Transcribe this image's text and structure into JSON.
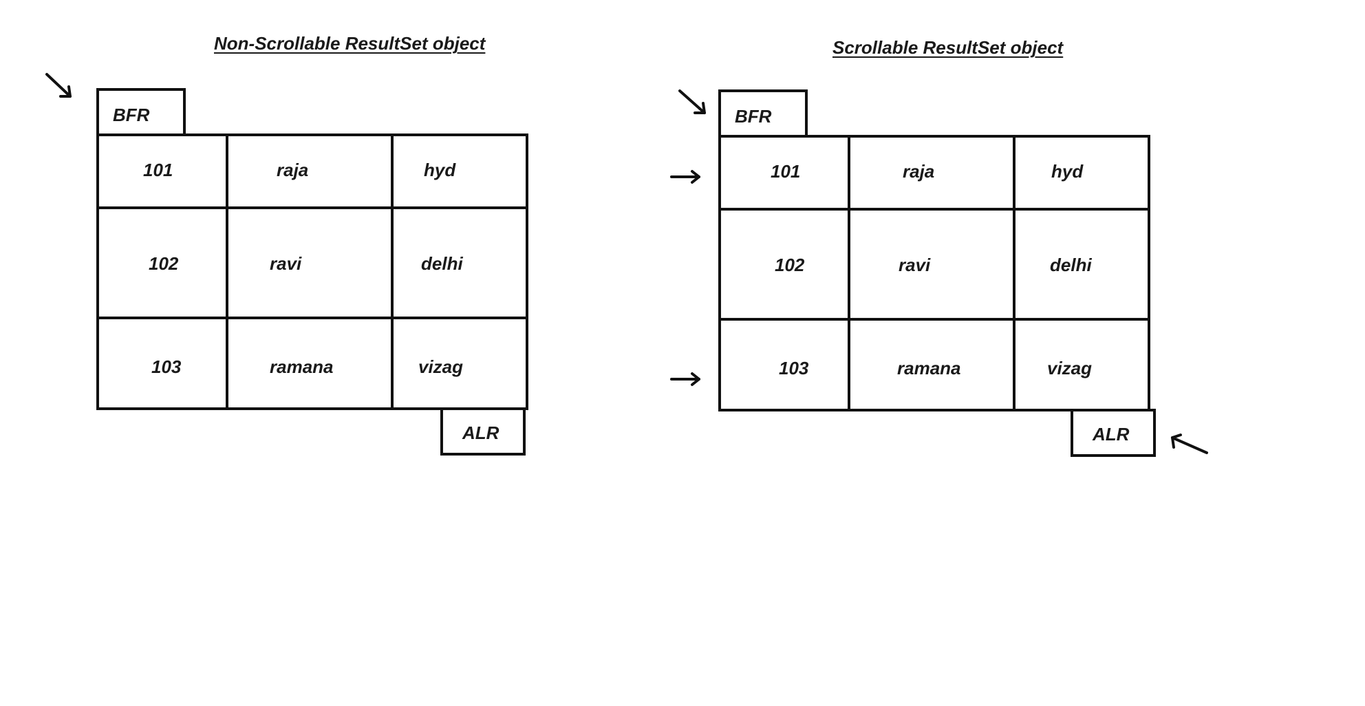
{
  "left": {
    "title": "Non-Scrollable ResultSet object",
    "bfr_label": "BFR",
    "alr_label": "ALR",
    "rows": [
      [
        "101",
        "raja",
        "hyd"
      ],
      [
        "102",
        "ravi",
        "delhi"
      ],
      [
        "103",
        "ramana",
        "vizag"
      ]
    ]
  },
  "right": {
    "title": "Scrollable ResultSet object",
    "bfr_label": "BFR",
    "alr_label": "ALR",
    "rows": [
      [
        "101",
        "raja",
        "hyd"
      ],
      [
        "102",
        "ravi",
        "delhi"
      ],
      [
        "103",
        "ramana",
        "vizag"
      ]
    ]
  },
  "colors": {
    "ink": "#111111",
    "background": "#ffffff"
  },
  "icons": [
    "arrow-icon"
  ]
}
